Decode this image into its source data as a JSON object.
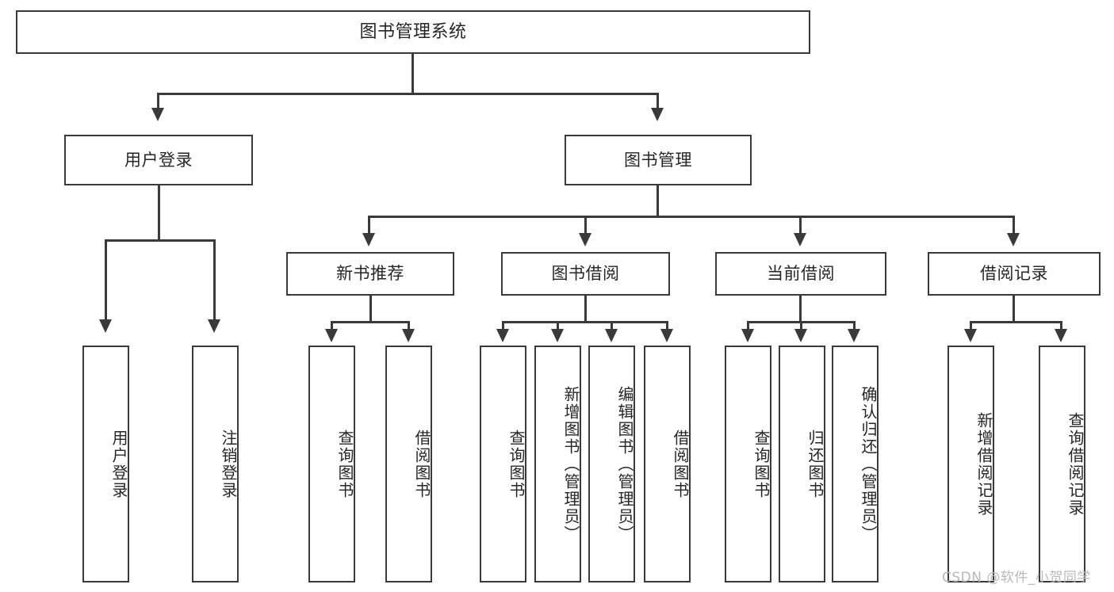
{
  "diagram": {
    "type": "tree-hierarchy-chart",
    "title": "图书管理系统",
    "root": {
      "label": "图书管理系统"
    },
    "level2": [
      {
        "label": "用户登录"
      },
      {
        "label": "图书管理"
      }
    ],
    "level3": [
      {
        "label": "新书推荐"
      },
      {
        "label": "图书借阅"
      },
      {
        "label": "当前借阅"
      },
      {
        "label": "借阅记录"
      }
    ],
    "leaves": {
      "user_login": [
        {
          "label": "用户登录"
        },
        {
          "label": "注销登录"
        }
      ],
      "new_book_recommend": [
        {
          "label": "查询图书"
        },
        {
          "label": "借阅图书"
        }
      ],
      "book_borrow": [
        {
          "label": "查询图书"
        },
        {
          "label": "新增图书（管理员）"
        },
        {
          "label": "编辑图书（管理员）"
        },
        {
          "label": "借阅图书"
        }
      ],
      "current_borrow": [
        {
          "label": "查询图书"
        },
        {
          "label": "归还图书"
        },
        {
          "label": "确认归还（管理员）"
        }
      ],
      "borrow_record": [
        {
          "label": "新增借阅记录"
        },
        {
          "label": "查询借阅记录"
        }
      ]
    },
    "watermark": "CSDN @软件_小贺同学",
    "colors": {
      "border": "#3a3a3a",
      "text": "#262626",
      "background": "#ffffff",
      "watermark": "#b9b9b9"
    }
  }
}
